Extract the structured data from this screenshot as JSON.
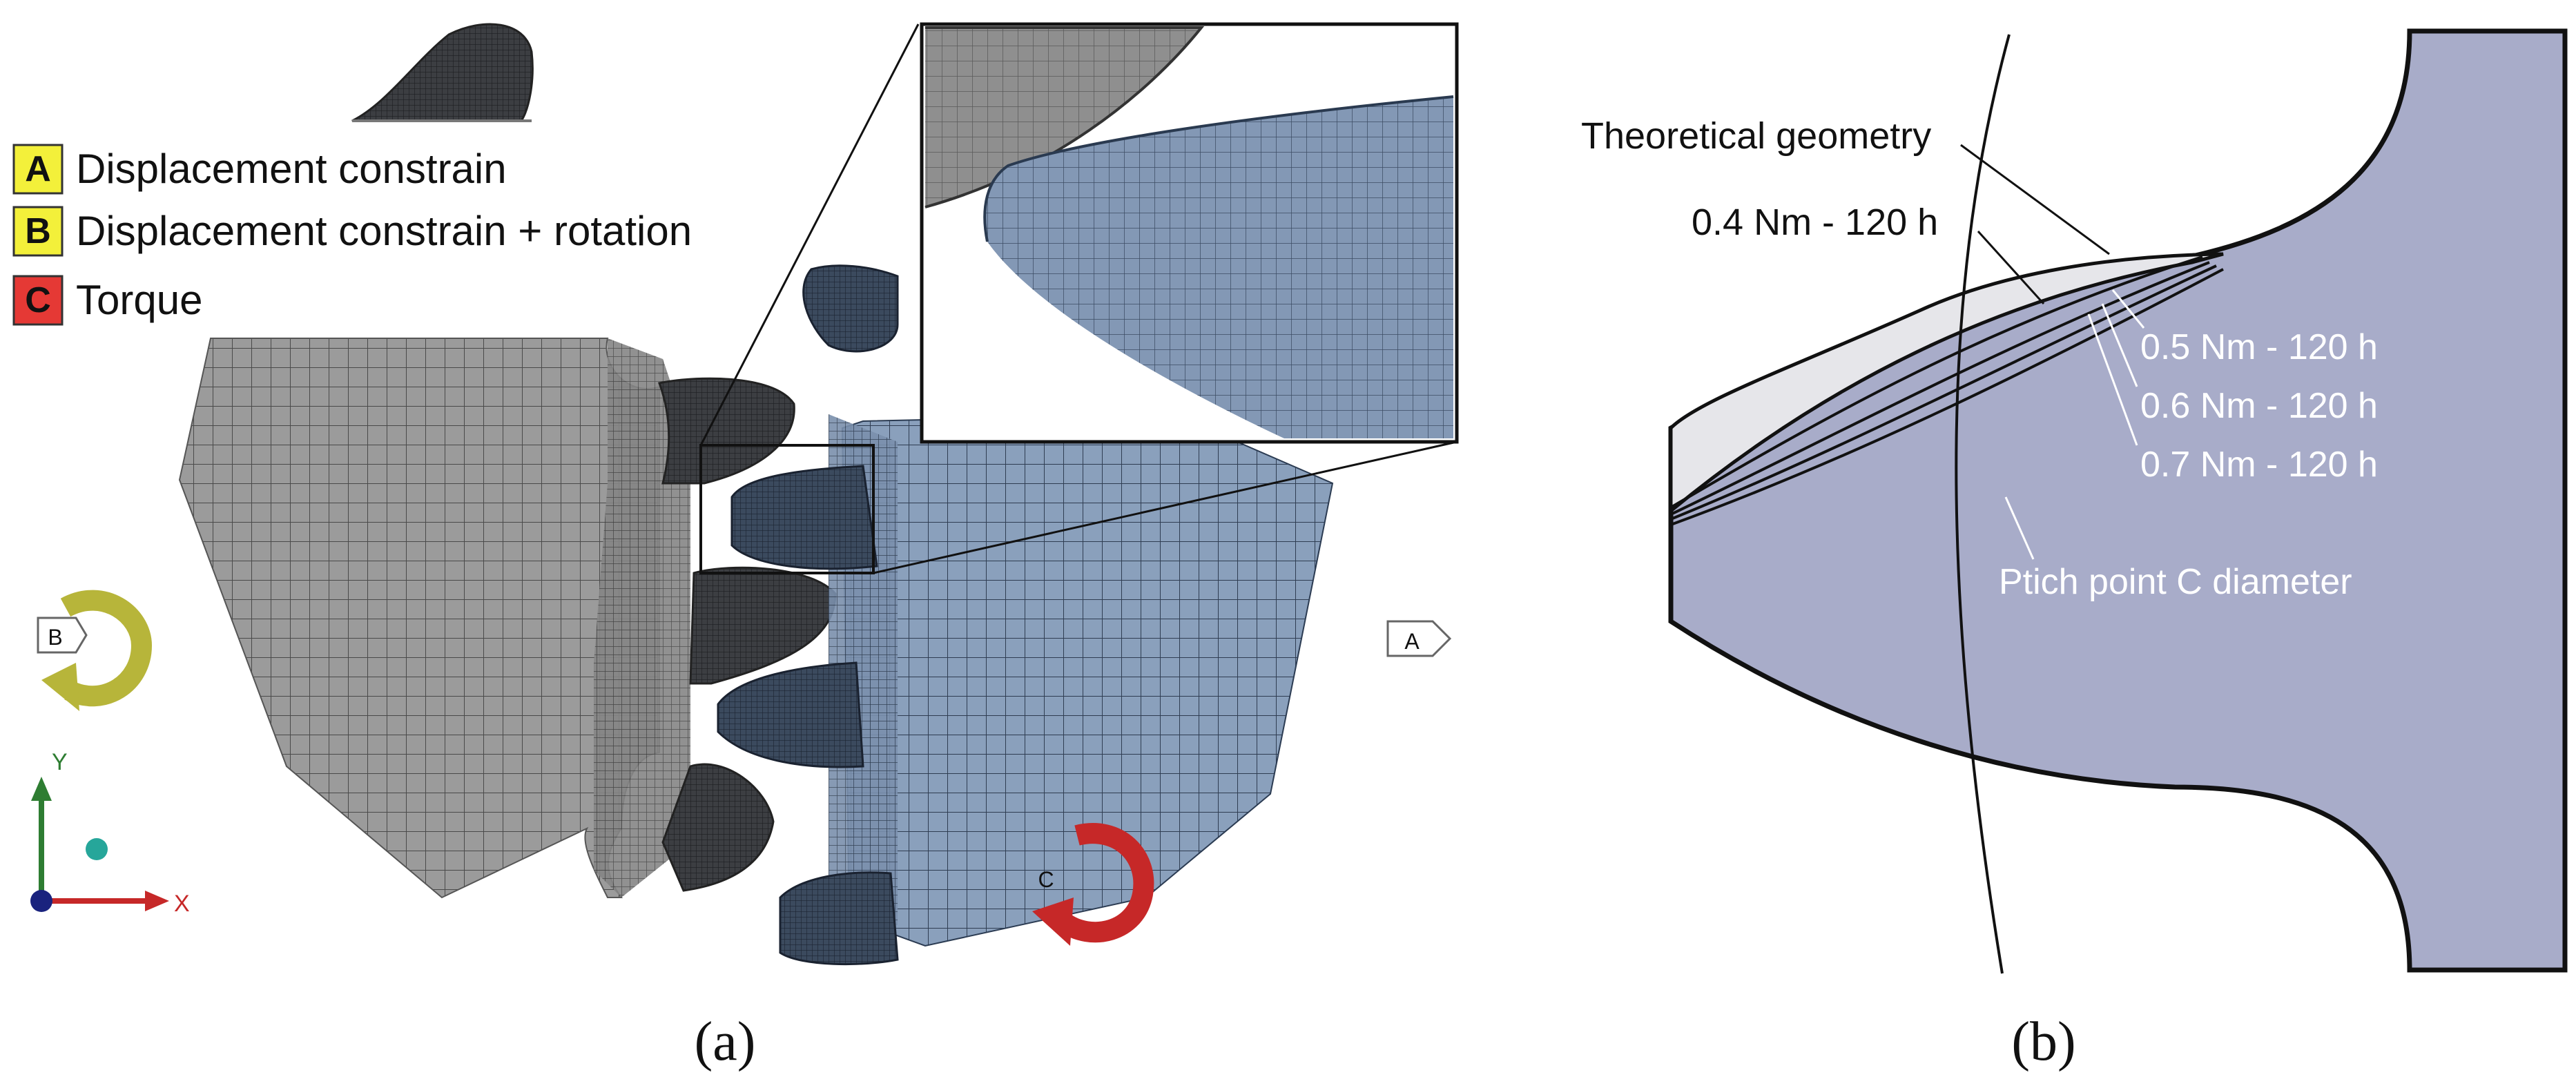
{
  "panel_a": {
    "legend": [
      {
        "key": "A",
        "label": "Displacement constrain",
        "color": "#f3f03a"
      },
      {
        "key": "B",
        "label": "Displacement constrain + rotation",
        "color": "#f3f03a"
      },
      {
        "key": "C",
        "label": "Torque",
        "color": "#e53935"
      }
    ],
    "marker_a": "A",
    "marker_b": "B",
    "marker_c": "C",
    "axis_y": "Y",
    "axis_x": "X",
    "caption": "(a)"
  },
  "panel_b": {
    "label_theoretical": "Theoretical geometry",
    "label_04": "0.4 Nm - 120 h",
    "label_05": "0.5 Nm - 120 h",
    "label_06": "0.6 Nm - 120 h",
    "label_07": "0.7 Nm - 120 h",
    "label_pitch": "Ptich point C diameter",
    "caption": "(b)"
  },
  "colors": {
    "gray_mesh": "#8c8c8c",
    "blue_mesh": "#7f96b3",
    "dark_tooth": "#3a3a3a",
    "tooth_fill_b": "#a8acc9",
    "arrow_b": "#b7b53a",
    "arrow_c": "#c62828"
  },
  "icons": [
    "rotation-arrow-icon",
    "torque-arrow-icon",
    "axis-triad-icon"
  ]
}
